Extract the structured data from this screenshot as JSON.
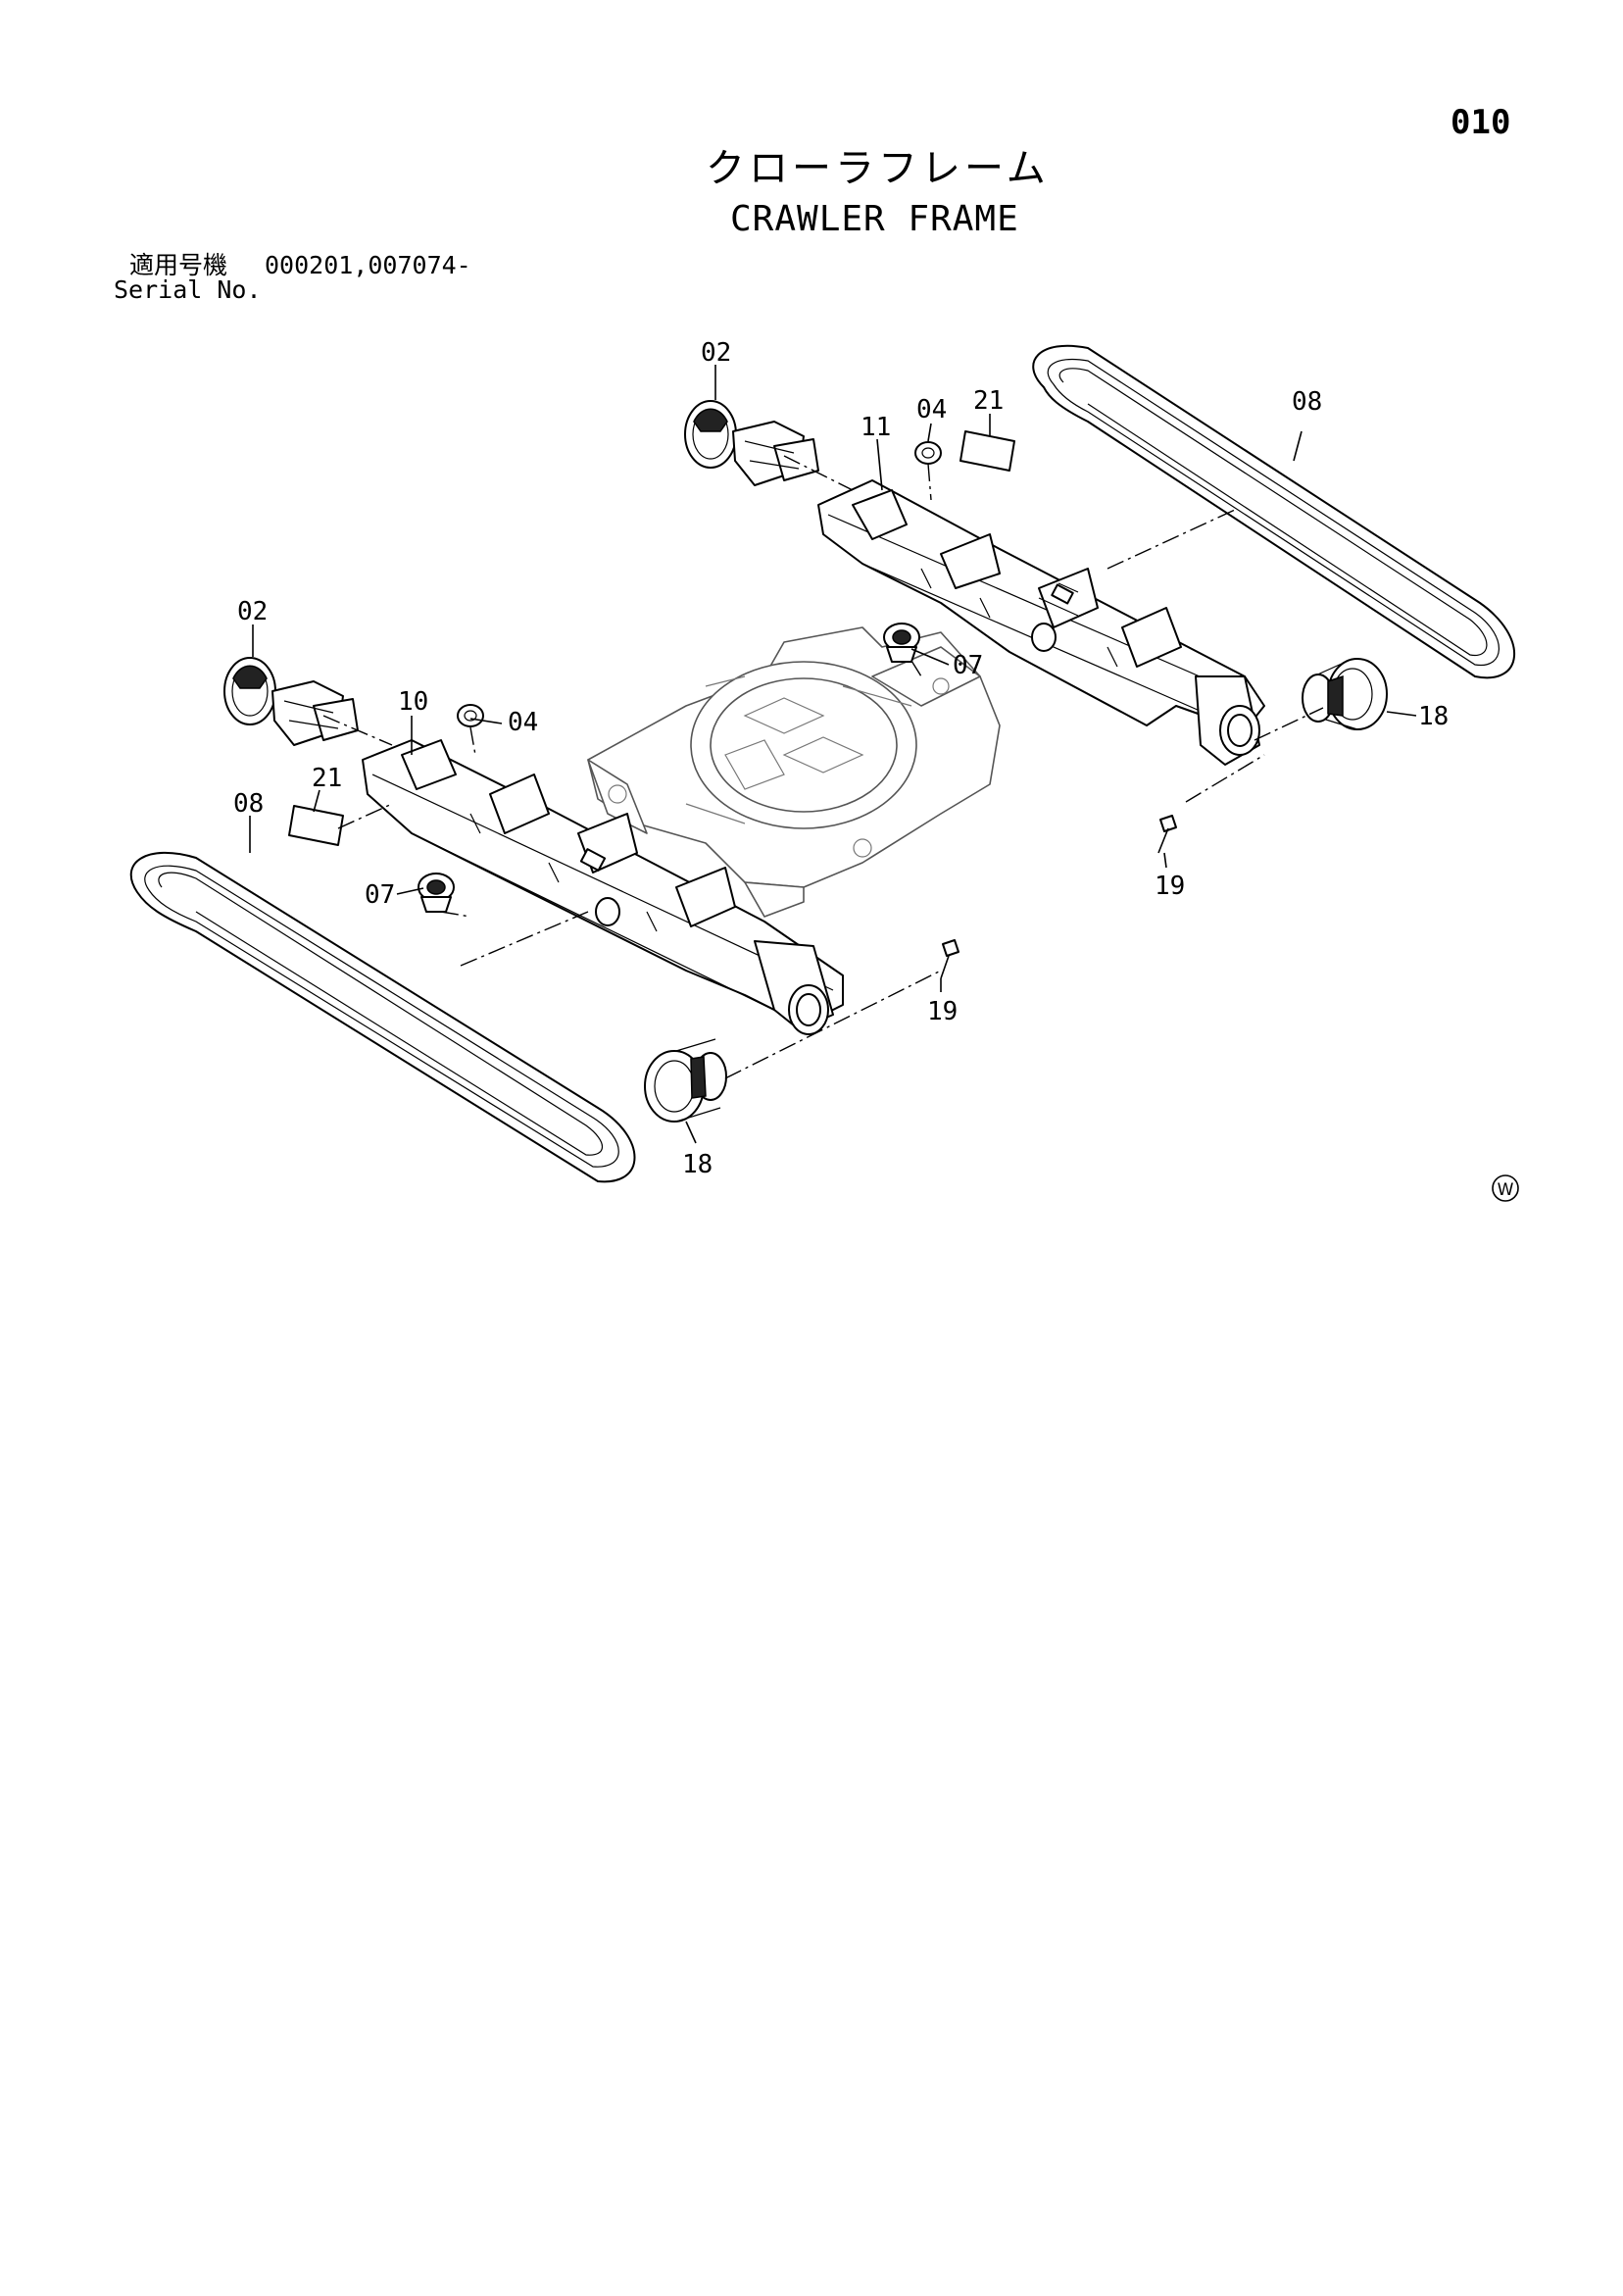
{
  "page": {
    "number": "010"
  },
  "title": {
    "japanese": "クローラフレーム",
    "english": "CRAWLER FRAME"
  },
  "serial": {
    "label_jp": "適用号機",
    "numbers": "000201,007074-",
    "label_en": "Serial No."
  },
  "callouts": {
    "idler_upper": "02",
    "idler_lower": "02",
    "cylinder_upper": "04",
    "cylinder_lower": "04",
    "roller_upper": "07",
    "roller_lower": "07",
    "track_upper": "08",
    "track_lower": "08",
    "frame_lower": "10",
    "frame_upper": "11",
    "motor_upper": "18",
    "motor_lower": "18",
    "bolt_upper": "19",
    "bolt_lower": "19",
    "plate_upper": "21",
    "plate_lower": "21"
  },
  "watermark": "W"
}
